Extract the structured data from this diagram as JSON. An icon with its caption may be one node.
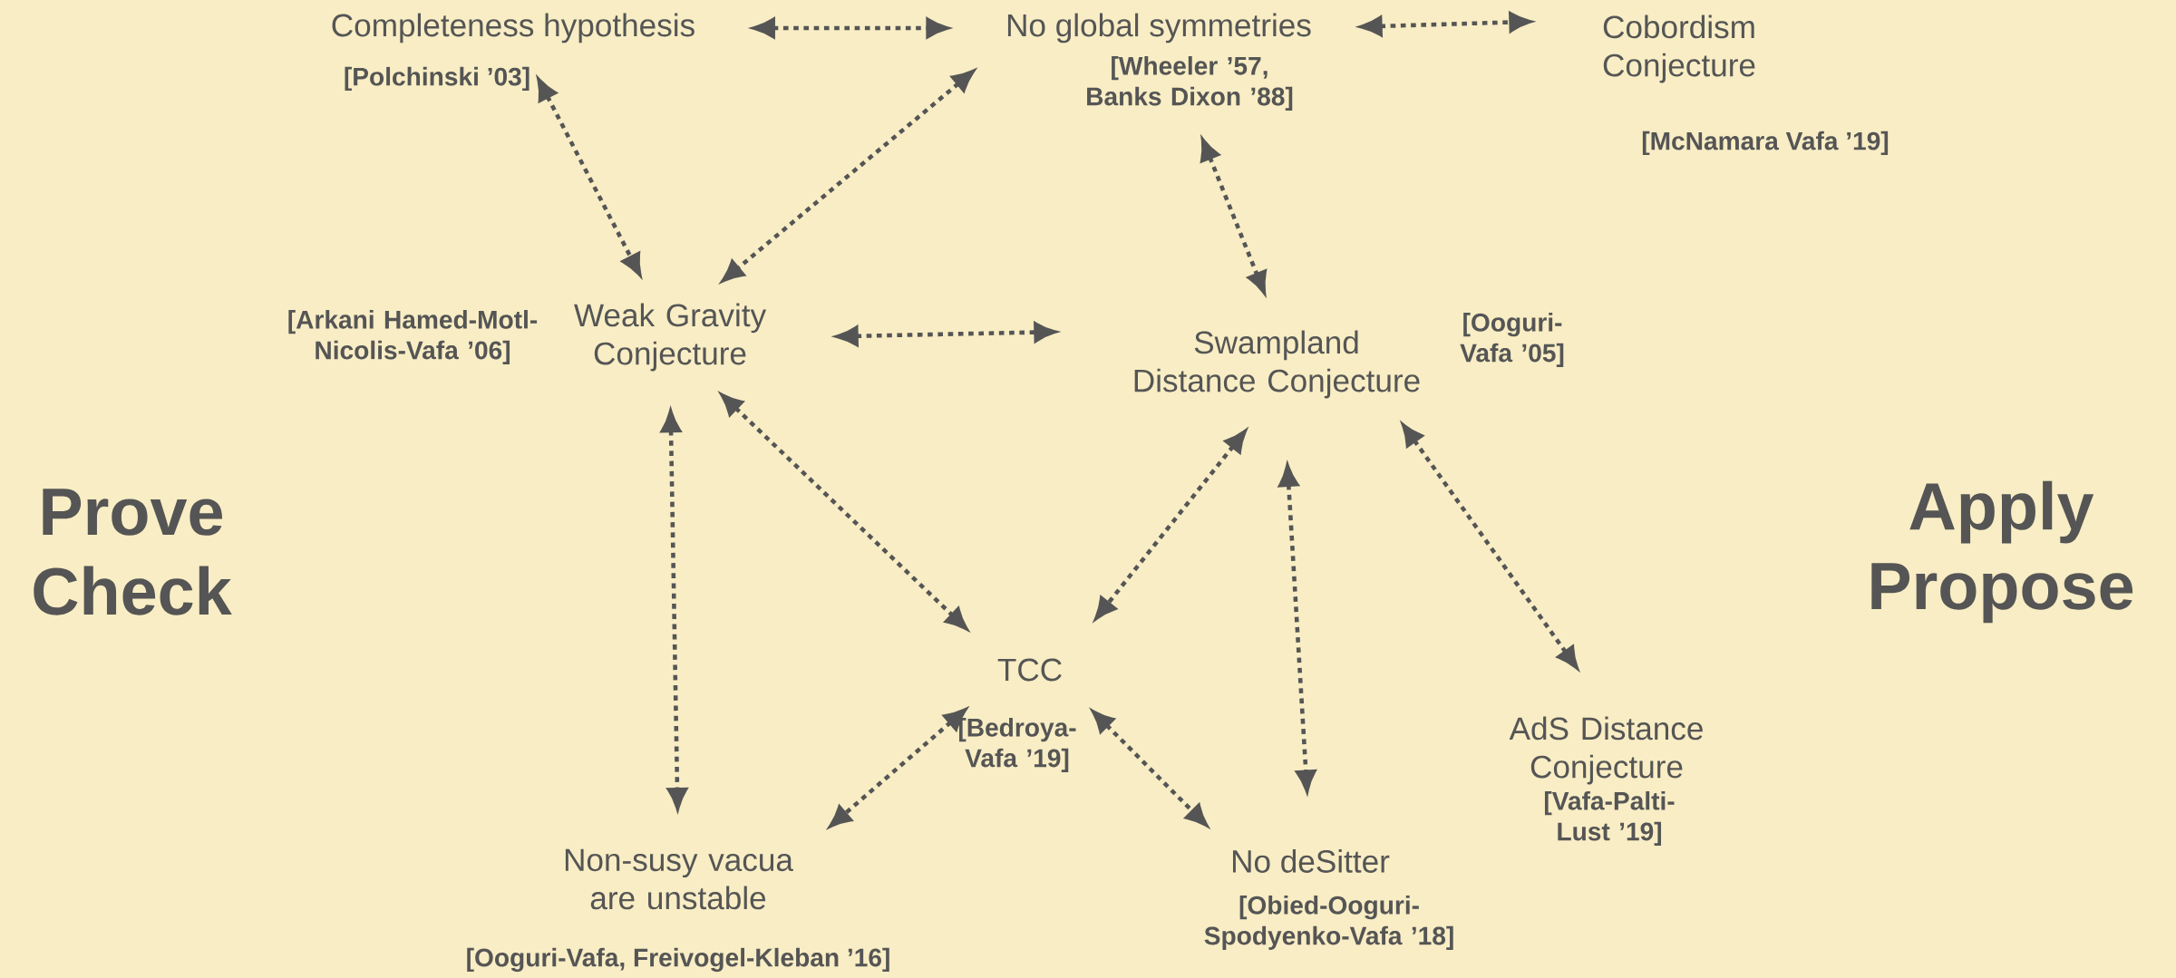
{
  "diagram": {
    "nodes": [
      {
        "text": [
          "Completeness hypothesis"
        ],
        "beside": [
          "[Polchinski ’03]"
        ]
      },
      {
        "text": [
          "No global symmetries"
        ],
        "beside": [
          "[Wheeler ’57, Banks Dixon ’88]"
        ]
      },
      {
        "text": [
          "Cobordism Conjecture"
        ],
        "beside": [
          "[McNamara Vafa ’19]"
        ]
      },
      {
        "text": [
          "Weak Gravity Conjecture"
        ],
        "beside": [
          "[Arkani Hamed-Motl-Nicolis-Vafa  ’06]"
        ]
      },
      {
        "text": [
          "Swampland Distance Conjecture"
        ],
        "beside": [
          "[Ooguri-Vafa ’05]"
        ]
      },
      {
        "text": [
          "TCC"
        ],
        "beside": [
          "[Bedroya-Vafa ’19]"
        ]
      },
      {
        "text": [
          "Non-susy vacua are unstable"
        ],
        "beside": [
          "[Ooguri-Vafa, Freivogel-Kleban ’16]"
        ]
      },
      {
        "text": [
          "No deSitter"
        ],
        "beside": [
          "[Obied-Ooguri-Spodyenko-Vafa ’18]"
        ]
      },
      {
        "text": [
          "AdS Distance Conjecture"
        ],
        "beside": [
          "[Vafa-Palti-Lust ’19]"
        ]
      }
    ],
    "edges": [
      {
        "from": 0,
        "to": 1,
        "arrow": "both"
      },
      {
        "from": 1,
        "to": 2,
        "arrow": "both"
      },
      {
        "from": 0,
        "to": 3,
        "arrow": "both"
      },
      {
        "from": 1,
        "to": 3,
        "arrow": "both"
      },
      {
        "from": 1,
        "to": 4,
        "arrow": "both"
      },
      {
        "from": 3,
        "to": 4,
        "arrow": "both"
      },
      {
        "from": 3,
        "to": 6,
        "arrow": "both"
      },
      {
        "from": 3,
        "to": 5,
        "arrow": "both"
      },
      {
        "from": 4,
        "to": 5,
        "arrow": "both"
      },
      {
        "from": 5,
        "to": 6,
        "arrow": "both"
      },
      {
        "from": 5,
        "to": 7,
        "arrow": "both"
      },
      {
        "from": 4,
        "to": 7,
        "arrow": "both"
      },
      {
        "from": 4,
        "to": 8,
        "arrow": "both"
      }
    ],
    "labels": [
      "Prove Check",
      "Apply Propose"
    ]
  }
}
